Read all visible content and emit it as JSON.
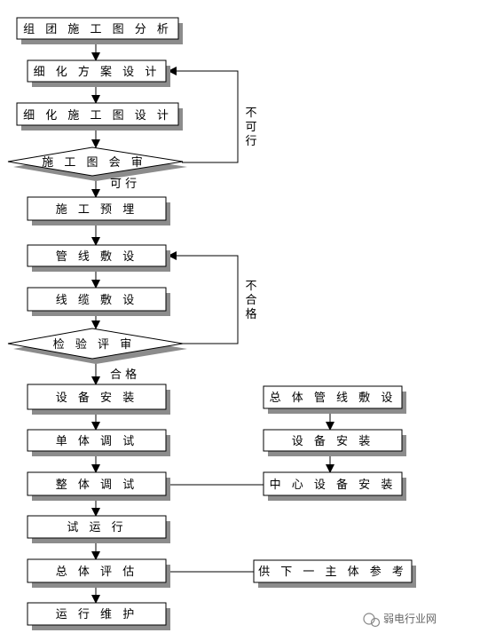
{
  "nodes": {
    "n1": "组 团 施 工 图 分 析",
    "n2": "细 化 方 案 设 计",
    "n3": "细 化 施 工 图 设 计",
    "d1": "施 工 图 会 审",
    "n4": "施 工 预 埋",
    "n5": "管 线 敷 设",
    "n6": "线 缆 敷 设",
    "d2": "检 验 评 审",
    "n7": "设 备 安 装",
    "n8": "单 体 调 试",
    "n9": "整 体 调 试",
    "n10": "试 运 行",
    "n11": "总 体 评 估",
    "n12": "运 行 维 护",
    "r1": "总 体 管 线 敷 设",
    "r2": "设 备 安 装",
    "r3": "中 心 设 备 安 装",
    "r4": "供 下 一 主 体 参 考"
  },
  "edge_labels": {
    "loop1_fail": [
      "不",
      "可",
      "行"
    ],
    "pass1": "可 行",
    "loop2_fail": [
      "不",
      "合",
      "格"
    ],
    "pass2": "合 格"
  },
  "watermark": "弱电行业网"
}
